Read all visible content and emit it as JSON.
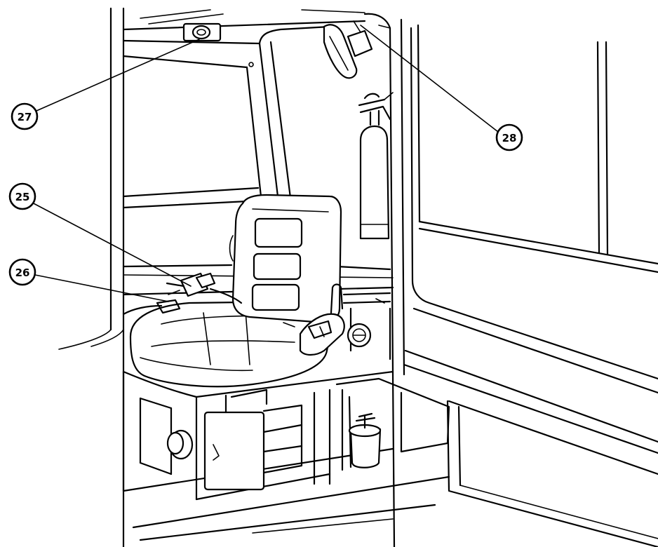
{
  "callouts": {
    "c27": {
      "label": "27"
    },
    "c28": {
      "label": "28"
    },
    "c25": {
      "label": "25"
    },
    "c26": {
      "label": "26"
    }
  }
}
